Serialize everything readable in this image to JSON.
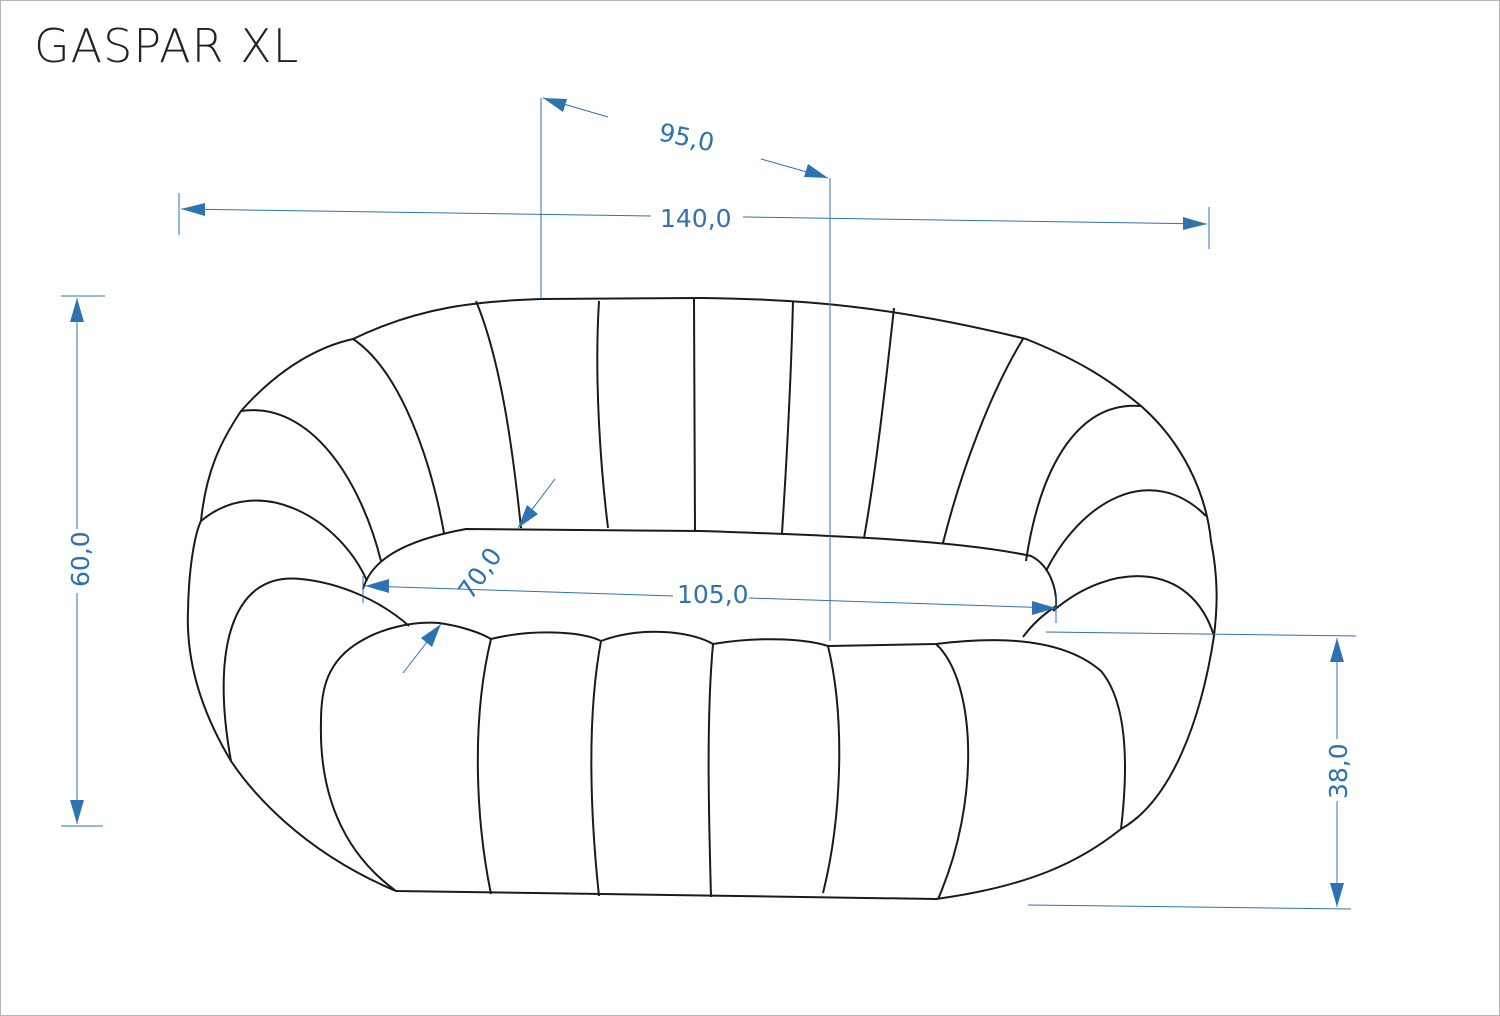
{
  "title": "GASPAR XL",
  "dimensions": {
    "width_total": "140,0",
    "depth_total": "95,0",
    "height_total": "60,0",
    "seat_width": "105,0",
    "seat_depth": "70,0",
    "seat_height": "38,0"
  },
  "colors": {
    "dimension": "#2f72b0",
    "outline": "#1a1a1a"
  }
}
